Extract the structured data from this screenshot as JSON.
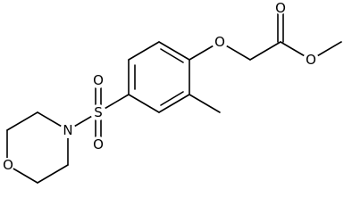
{
  "molecule": {
    "atoms": {
      "ring_oxygen": "O",
      "ring_nitrogen": "N",
      "sulfur": "S",
      "sulfonyl_oxygen_top": "O",
      "sulfonyl_oxygen_bottom": "O",
      "ether_oxygen": "O",
      "ester_carbonyl_oxygen": "O",
      "ester_oxygen": "O"
    }
  }
}
